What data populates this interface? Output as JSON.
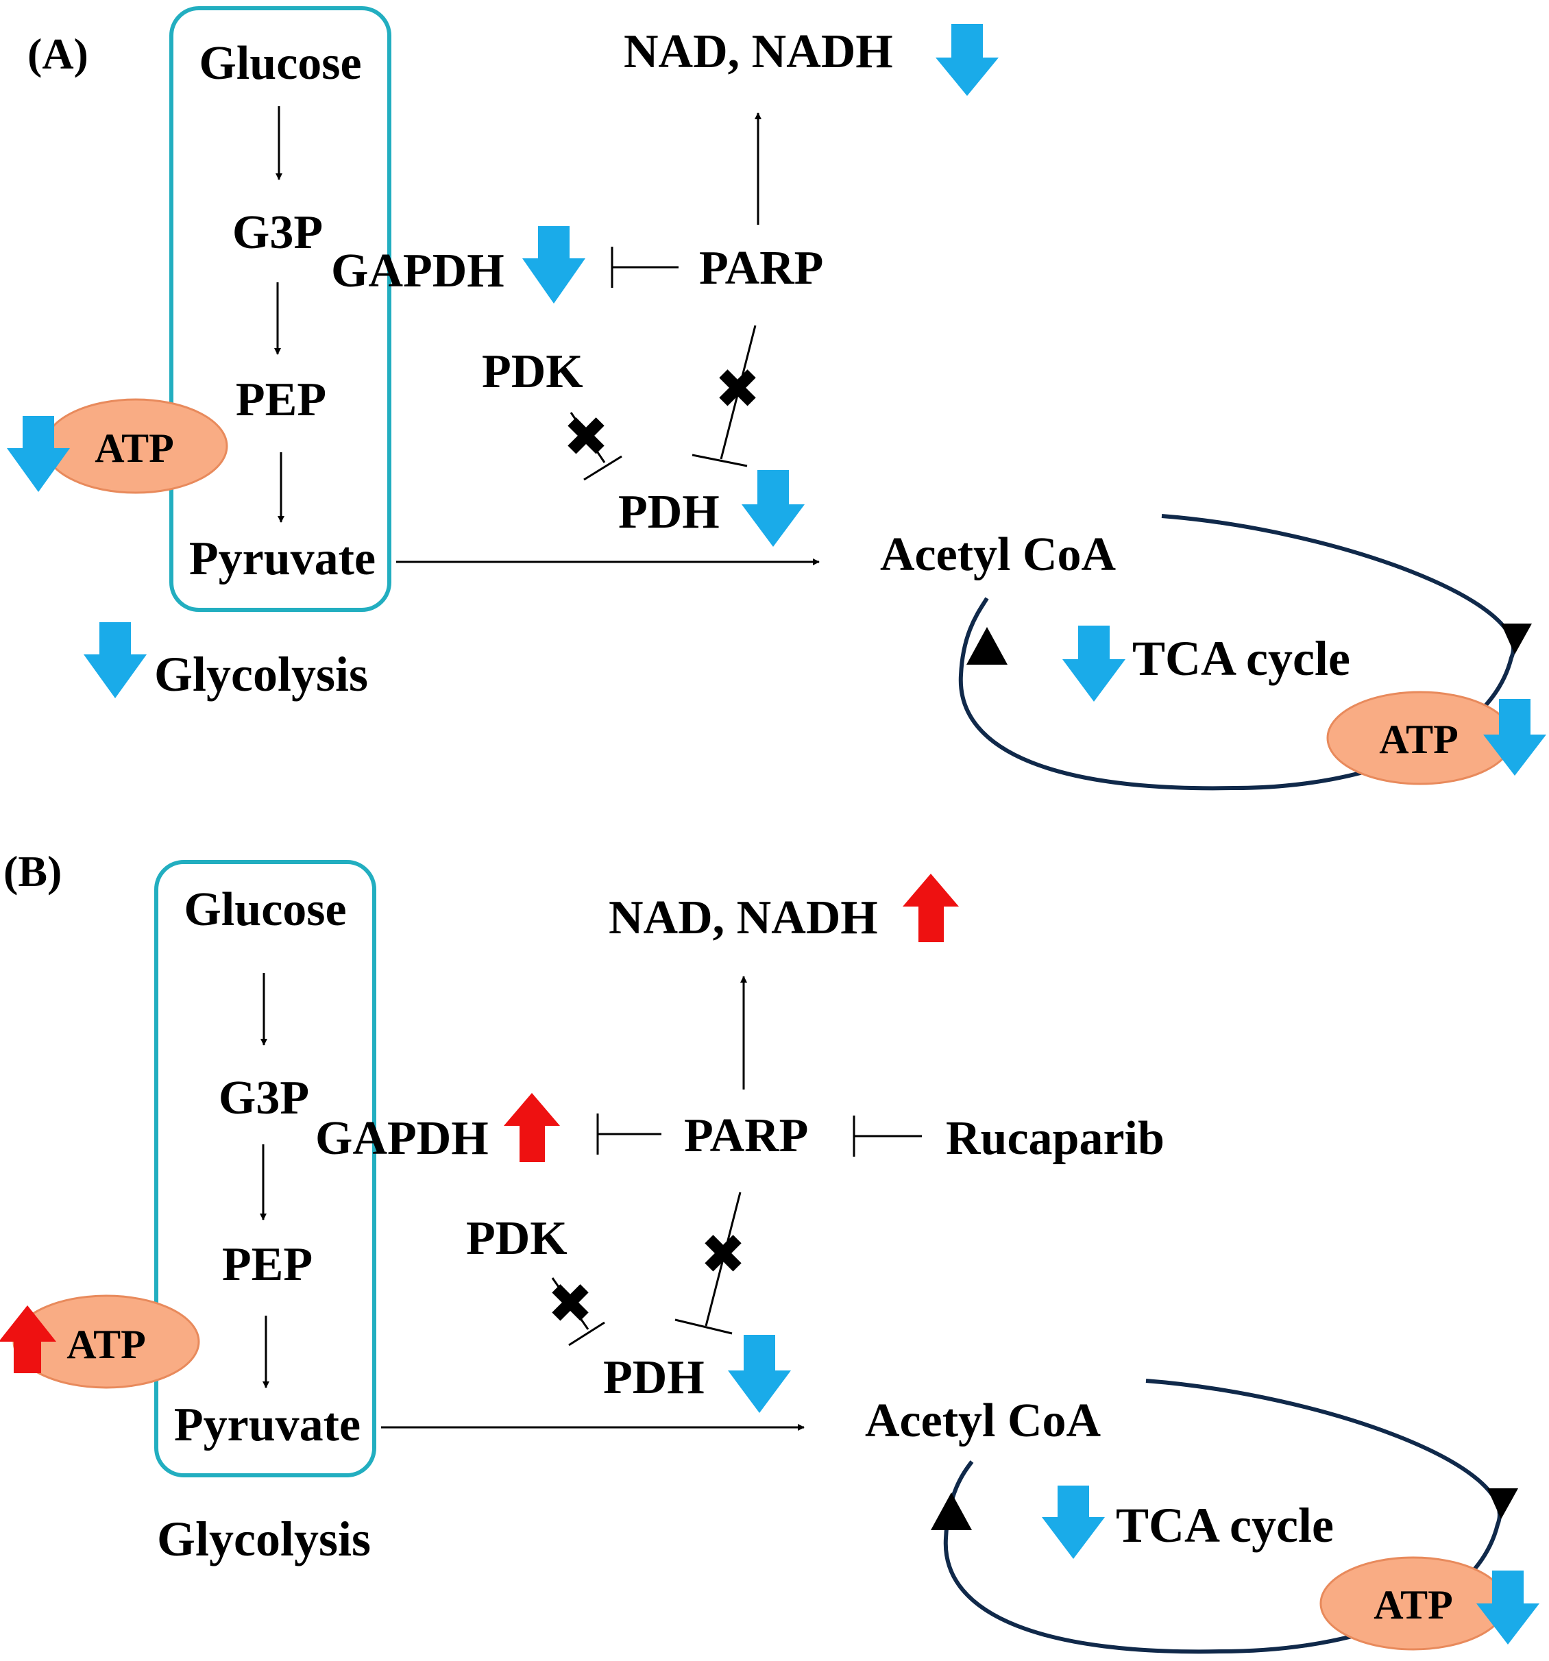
{
  "colors": {
    "box_outline": "#22aec0",
    "cycle_line": "#10294a",
    "atp_fill": "#f9ac84",
    "atp_stroke": "#e88a5c",
    "arrow_down": "#1aabe9",
    "arrow_up": "#ee1111",
    "ink": "#000000"
  },
  "icons": {
    "down": "blue-down-arrow-icon",
    "up": "red-up-arrow-icon",
    "block": "cross-mark-icon"
  },
  "panels": [
    {
      "label": "(A)",
      "glycolysis_box": [
        "Glucose",
        "G3P",
        "PEP",
        "Pyruvate"
      ],
      "glycolysis_label": "Glycolysis",
      "glycolysis_change": "down",
      "gapdh": "GAPDH",
      "gapdh_change": "down",
      "parp": "PARP",
      "nad": "NAD, NADH",
      "nad_change": "down",
      "pdk": "PDK",
      "pdh": "PDH",
      "pdh_change": "down",
      "acetyl_coa": "Acetyl CoA",
      "tca": "TCA cycle",
      "tca_change": "down",
      "atp": "ATP",
      "glycolysis_atp_change": "down",
      "tca_atp_change": "down",
      "inhibitor": ""
    },
    {
      "label": "(B)",
      "glycolysis_box": [
        "Glucose",
        "G3P",
        "PEP",
        "Pyruvate"
      ],
      "glycolysis_label": "Glycolysis",
      "glycolysis_change": "none",
      "gapdh": "GAPDH",
      "gapdh_change": "up",
      "parp": "PARP",
      "nad": "NAD, NADH",
      "nad_change": "up",
      "pdk": "PDK",
      "pdh": "PDH",
      "pdh_change": "down",
      "acetyl_coa": "Acetyl CoA",
      "tca": "TCA cycle",
      "tca_change": "down",
      "atp": "ATP",
      "glycolysis_atp_change": "up",
      "tca_atp_change": "down",
      "inhibitor": "Rucaparib"
    }
  ]
}
